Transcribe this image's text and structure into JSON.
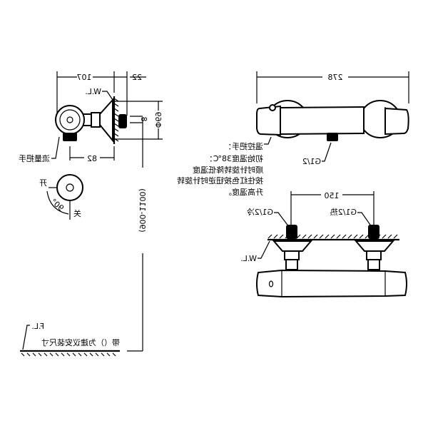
{
  "side_view": {
    "dim_width": "107",
    "dim_offset": "22",
    "wall_label": "W.L.",
    "dim_pipe": "8",
    "dim_flange": "Φ69",
    "dim_depth": "82",
    "flow_handle_label": "流量把手",
    "open_label": "开",
    "close_label": "关",
    "rotation_angle": "90°",
    "height_range": "(900-1100)"
  },
  "top_view": {
    "dim_length": "278",
    "outlet_label": "G1/2",
    "temp_handle_notes": [
      "温控把手：",
      "初始温度38℃：",
      "顺时针旋转降低温度",
      "按住红色按钮逆时针旋转",
      "升高温度。"
    ]
  },
  "front_view": {
    "dim_spacing": "150",
    "cold_inlet_label": "G1/2冷",
    "hot_inlet_label": "G1/2热",
    "wall_label": "W.L."
  },
  "floor": {
    "floor_label": "F.L.",
    "note": "带（）为建议安装尺寸"
  }
}
